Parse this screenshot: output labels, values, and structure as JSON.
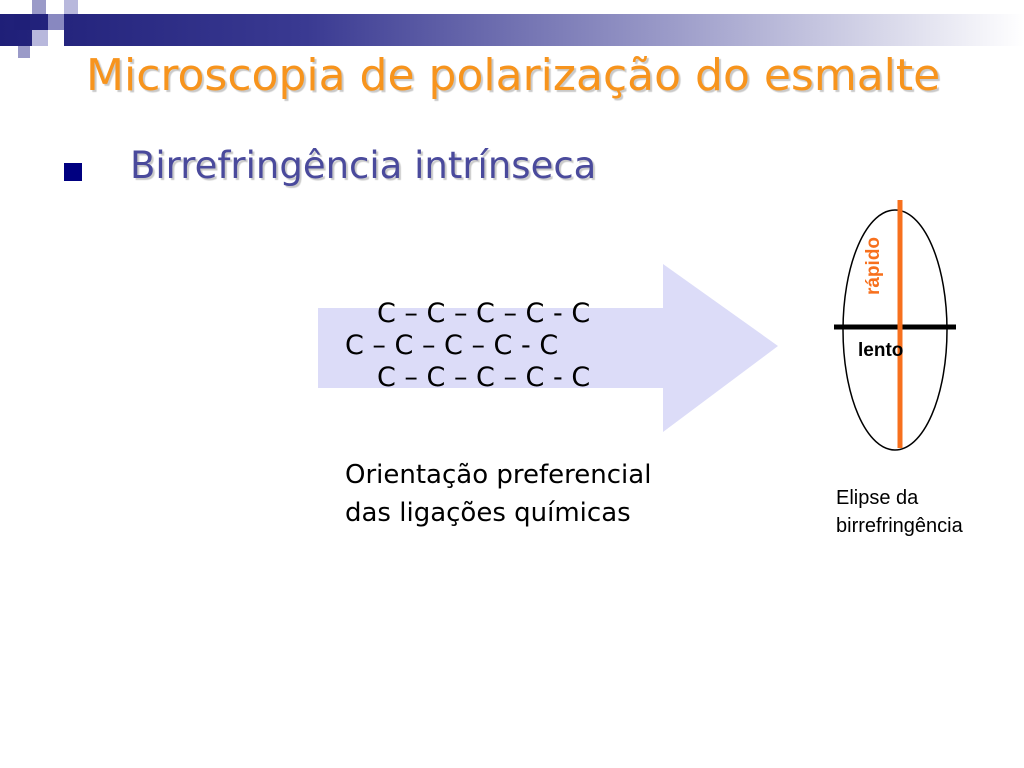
{
  "slide": {
    "title": "Microscopia de polarização do esmalte",
    "bullet": "Birrefringência intrínseca"
  },
  "diagram": {
    "chains": [
      "C – C – C – C - C",
      "C – C – C – C - C",
      "C – C – C – C - C"
    ],
    "caption_line1": "Orientação preferencial",
    "caption_line2": "das ligações químicas",
    "label_fast": "rápido",
    "label_slow": "lento",
    "ellipse_caption_line1": "Elipse da",
    "ellipse_caption_line2": "birrefringência"
  },
  "colors": {
    "title": "#f7941d",
    "bullet_text": "#4a4a9c",
    "arrow_fill": "#dcdcf8",
    "fast_axis": "#f7701d",
    "header_dark": "#1f1f78"
  }
}
